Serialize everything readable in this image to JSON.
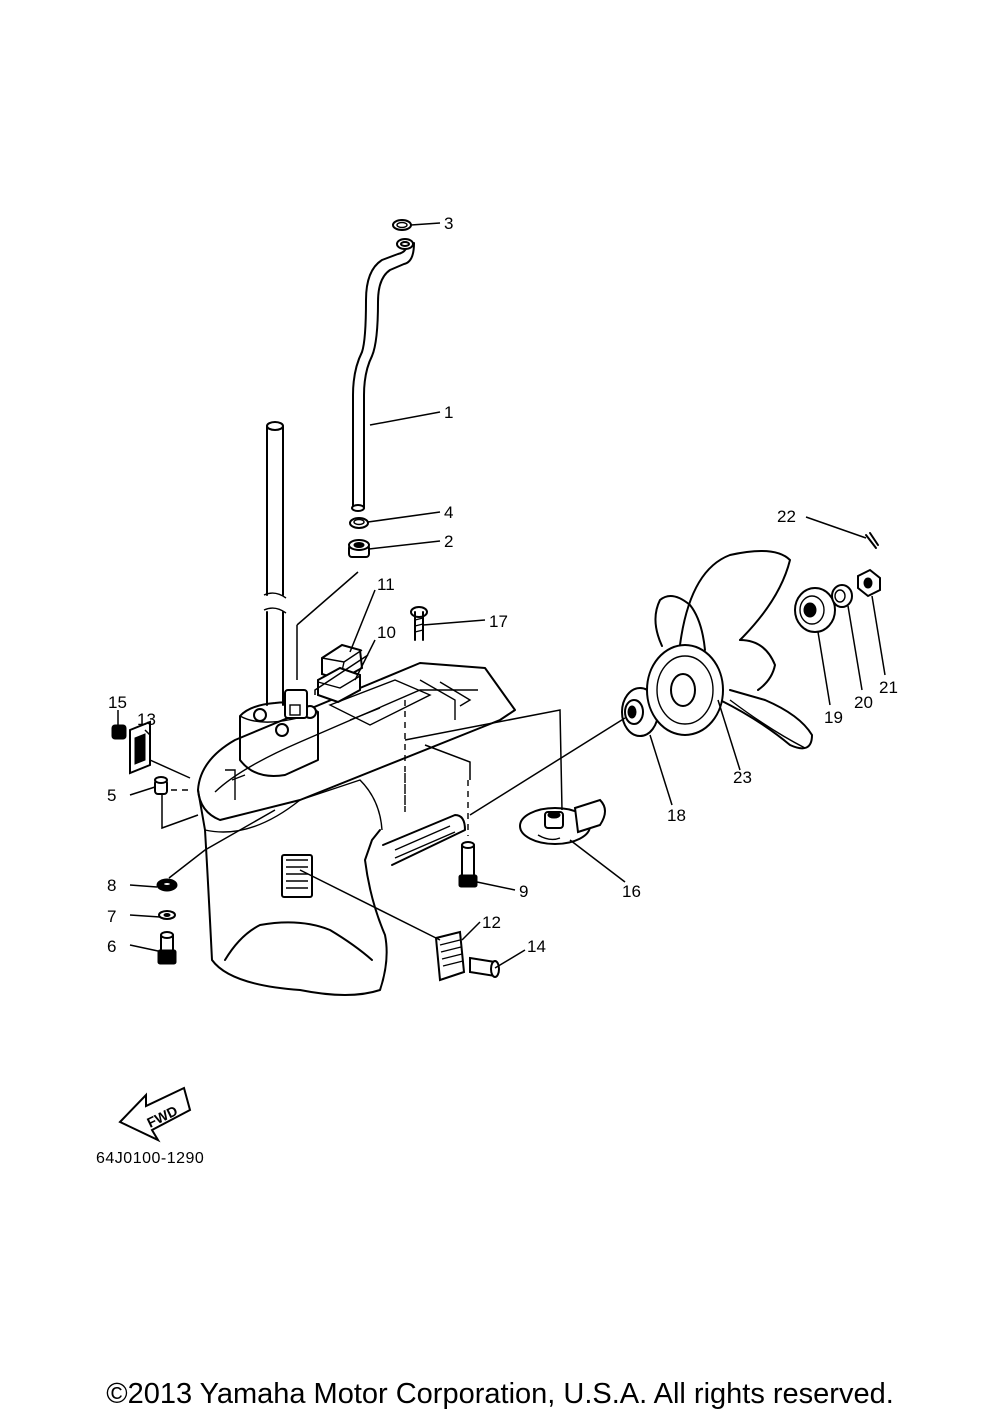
{
  "diagram": {
    "code": "64J0100-1290",
    "fwd_label": "FWD",
    "callouts": [
      {
        "label": "1"
      },
      {
        "label": "2"
      },
      {
        "label": "3"
      },
      {
        "label": "4"
      },
      {
        "label": "5"
      },
      {
        "label": "6"
      },
      {
        "label": "7"
      },
      {
        "label": "8"
      },
      {
        "label": "9"
      },
      {
        "label": "10"
      },
      {
        "label": "11"
      },
      {
        "label": "12"
      },
      {
        "label": "13"
      },
      {
        "label": "14"
      },
      {
        "label": "15"
      },
      {
        "label": "16"
      },
      {
        "label": "17"
      },
      {
        "label": "18"
      },
      {
        "label": "19"
      },
      {
        "label": "20"
      },
      {
        "label": "21"
      },
      {
        "label": "22"
      },
      {
        "label": "23"
      }
    ]
  },
  "footer": {
    "copyright": "©2013 Yamaha Motor Corporation, U.S.A. All rights reserved."
  }
}
